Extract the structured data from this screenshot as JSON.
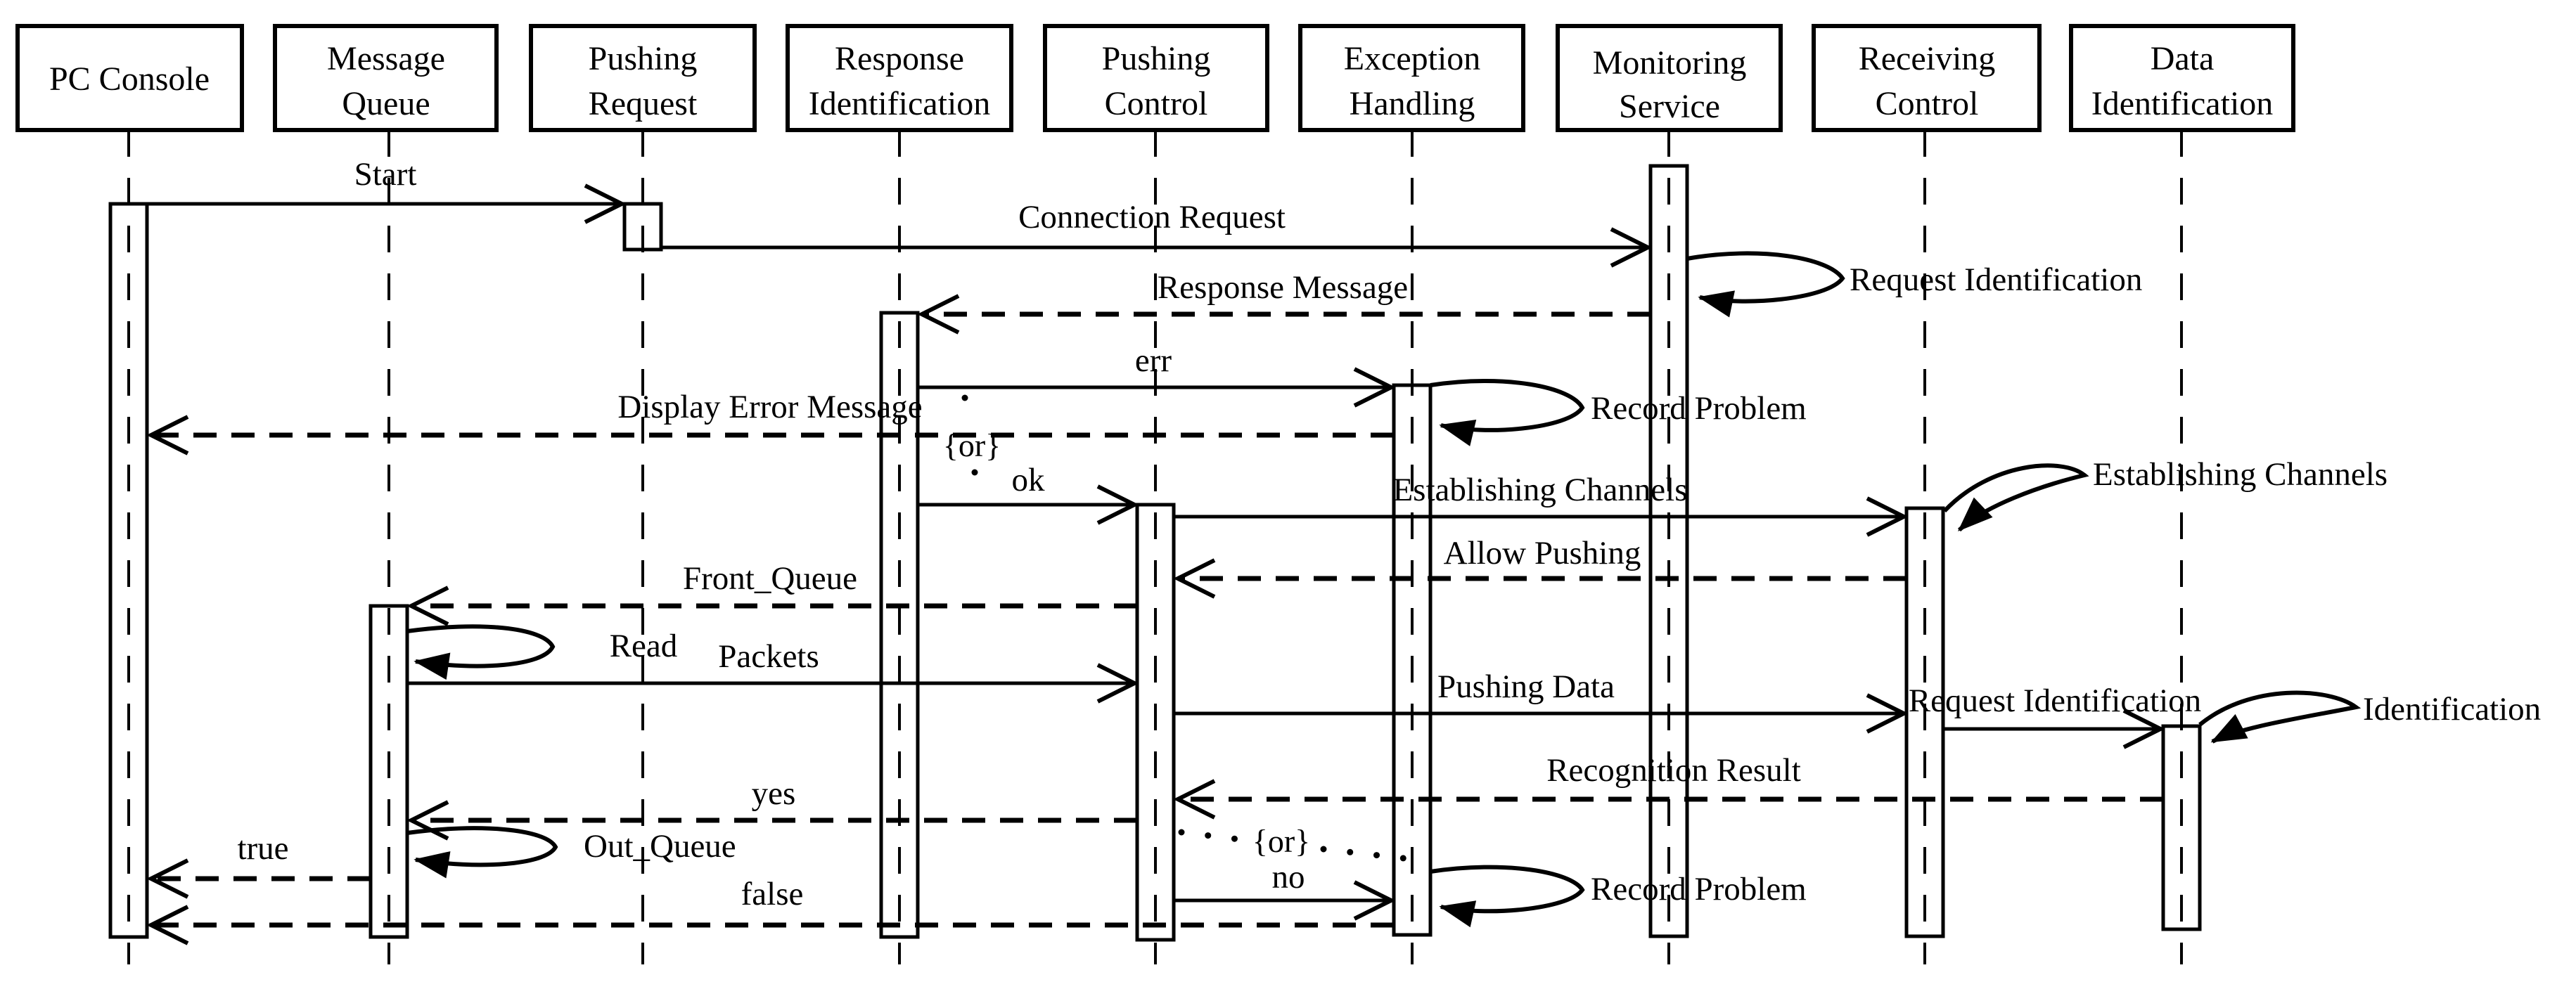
{
  "diagram": {
    "type": "uml-sequence-diagram",
    "background_color": "#ffffff",
    "line_color": "#000000"
  },
  "actors": [
    {
      "id": "pc-console",
      "line1": "PC Console",
      "line2": ""
    },
    {
      "id": "message-queue",
      "line1": "Message",
      "line2": "Queue"
    },
    {
      "id": "pushing-request",
      "line1": "Pushing",
      "line2": "Request"
    },
    {
      "id": "response-identification",
      "line1": "Response",
      "line2": "Identification"
    },
    {
      "id": "pushing-control",
      "line1": "Pushing",
      "line2": "Control"
    },
    {
      "id": "exception-handling",
      "line1": "Exception",
      "line2": "Handling"
    },
    {
      "id": "monitoring-service",
      "line1": "Monitoring",
      "line2": "Service"
    },
    {
      "id": "receiving-control",
      "line1": "Receiving",
      "line2": "Control"
    },
    {
      "id": "data-identification",
      "line1": "Data",
      "line2": "Identification"
    }
  ],
  "messages": {
    "start": "Start",
    "connection_request": "Connection Request",
    "response_message": "Response Message",
    "err": "err",
    "display_error_message": "Display Error Message",
    "ok": "ok",
    "establishing_channels": "Establishing Channels",
    "allow_pushing": "Allow Pushing",
    "front_queue": "Front_Queue",
    "packets": "Packets",
    "pushing_data": "Pushing Data",
    "request_identification": "Request Identification",
    "recognition_result": "Recognition Result",
    "yes": "yes",
    "true_": "true",
    "no": "no",
    "false_": "false"
  },
  "self_calls": {
    "read": "Read",
    "out_queue": "Out_Queue"
  },
  "callouts": {
    "request_identification": "Request Identification",
    "record_problem_1": "Record Problem",
    "establishing_channels": "Establishing Channels",
    "identification": "Identification",
    "record_problem_2": "Record Problem"
  },
  "fragments": {
    "or_1": "{or}",
    "or_2": "{or}"
  }
}
